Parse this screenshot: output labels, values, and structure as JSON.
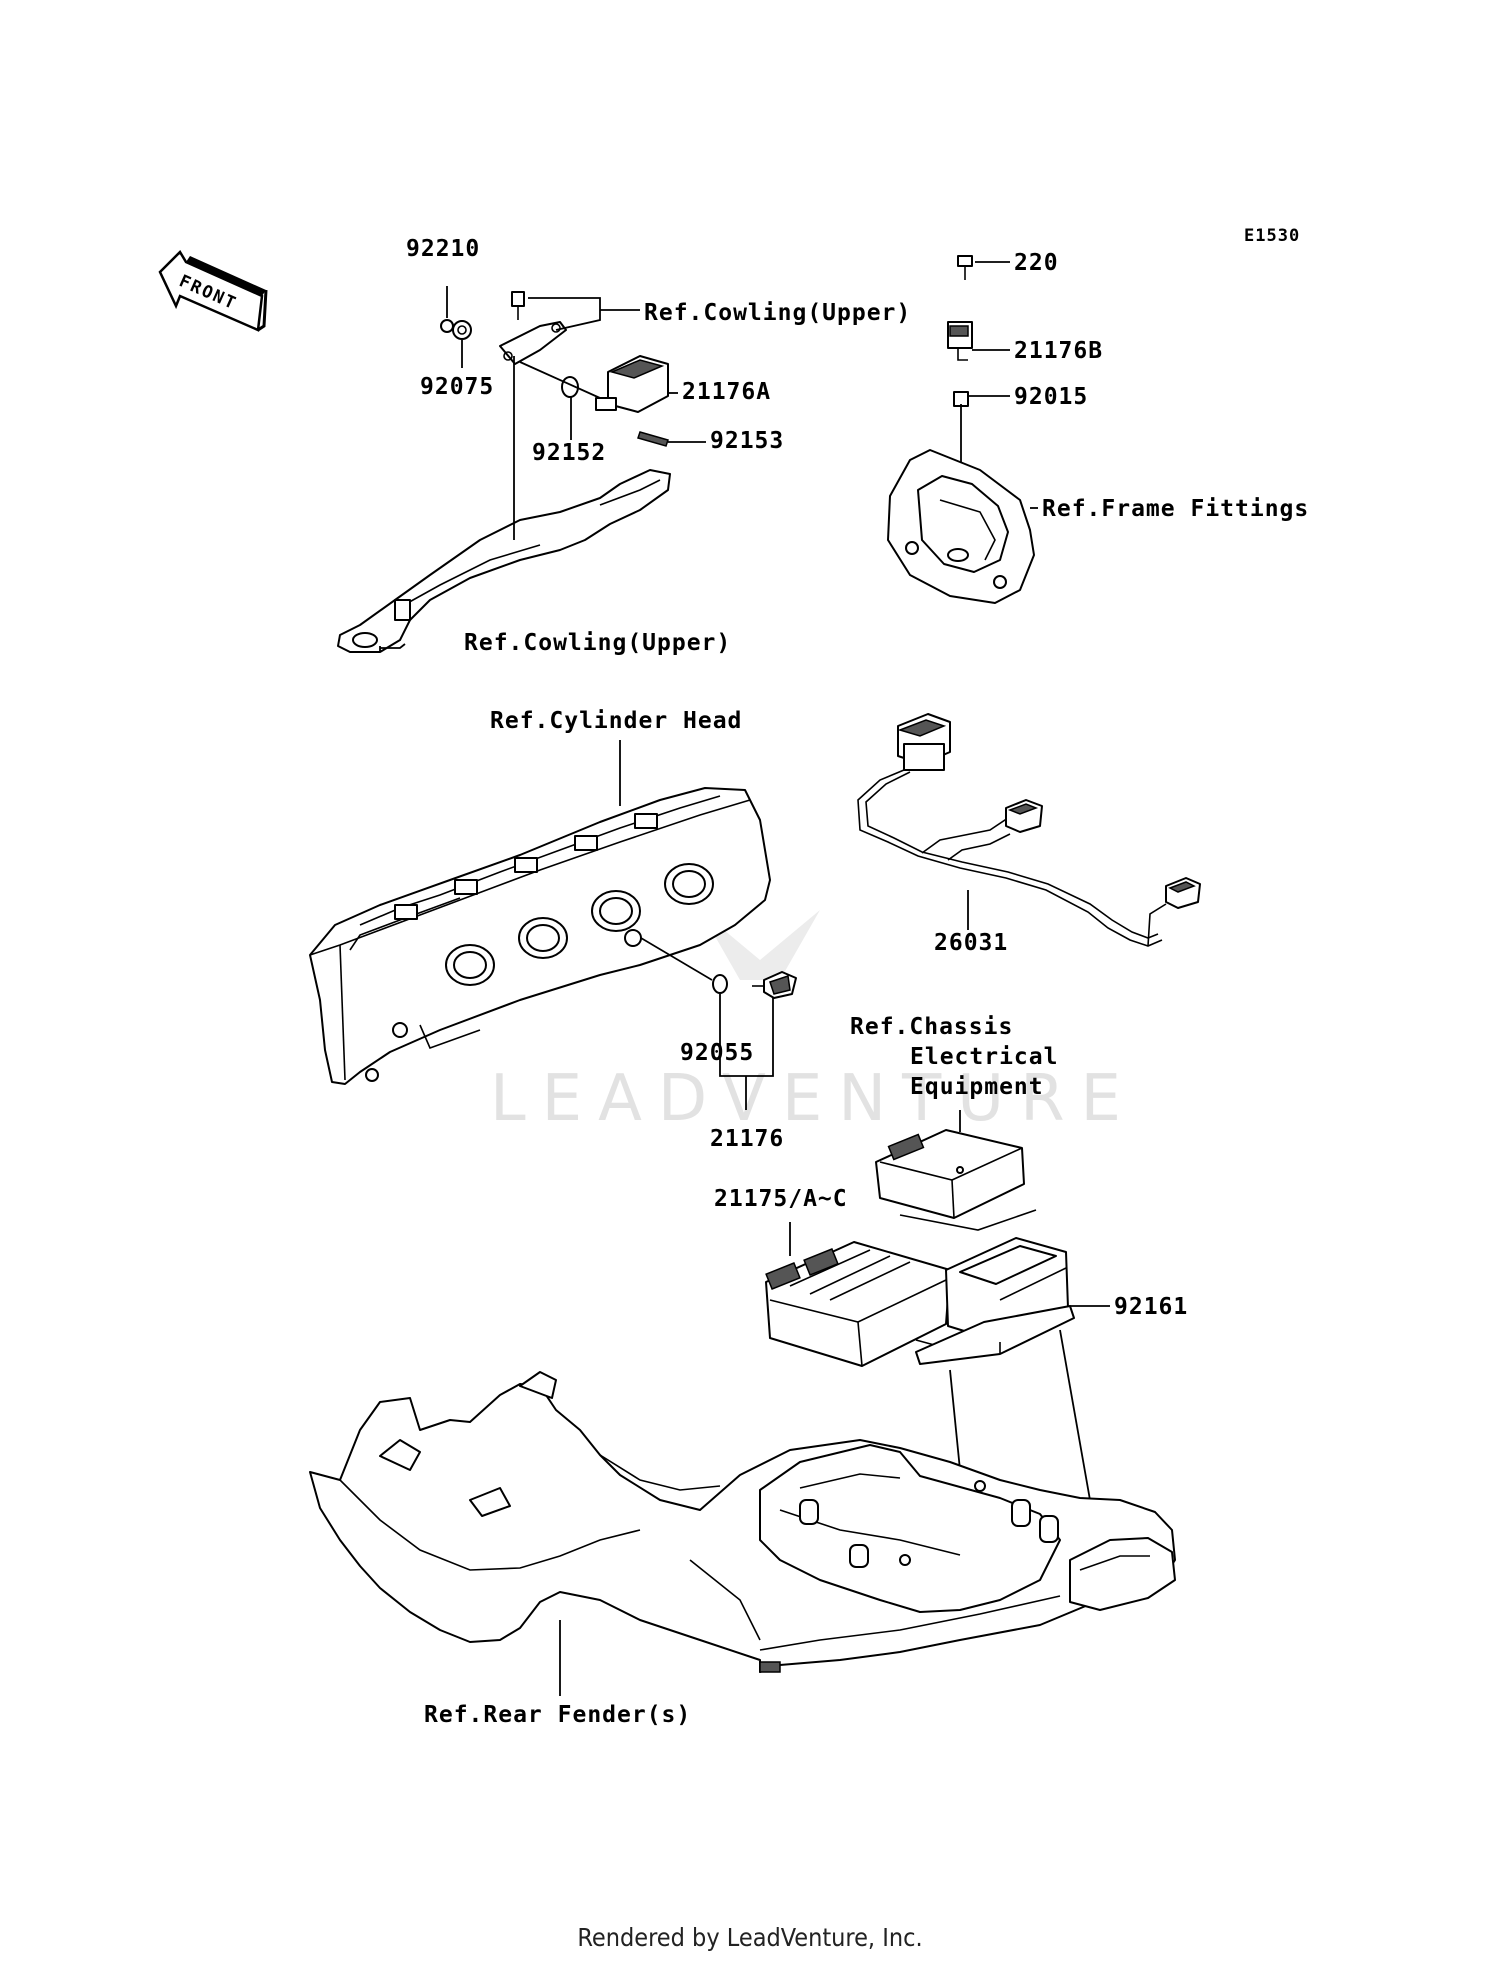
{
  "diagram_code": "E1530",
  "orientation": "FRONT",
  "labels": {
    "p92210": "92210",
    "p92075": "92075",
    "p92152": "92152",
    "p92153": "92153",
    "p21176A": "21176A",
    "p220": "220",
    "p21176B": "21176B",
    "p92015": "92015",
    "p26031": "26031",
    "p92055": "92055",
    "p21176": "21176",
    "p21175": "21175/A~C",
    "p92161": "92161",
    "ref_cowling_upper_1": "Ref.Cowling(Upper)",
    "ref_cowling_upper_2": "Ref.Cowling(Upper)",
    "ref_frame_fittings": "Ref.Frame Fittings",
    "ref_cylinder_head": "Ref.Cylinder Head",
    "ref_chassis_line1": "Ref.Chassis",
    "ref_chassis_line2": "Electrical",
    "ref_chassis_line3": "Equipment",
    "ref_rear_fender": "Ref.Rear Fender(s)"
  },
  "watermark": "LEADVENTURE",
  "footer": "Rendered by LeadVenture, Inc."
}
